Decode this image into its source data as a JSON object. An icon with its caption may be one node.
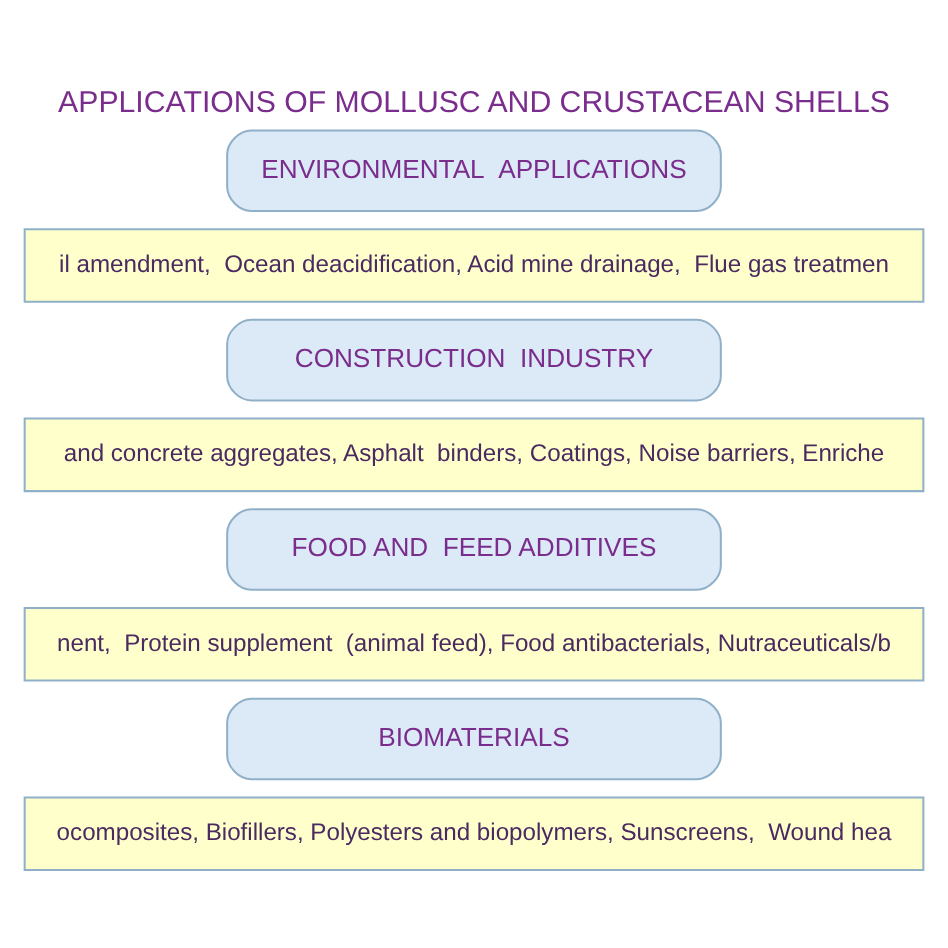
{
  "diagram": {
    "title": "APPLICATIONS OF MOLLUSC AND CRUSTACEAN SHELLS",
    "nodes": [
      {
        "text": [
          "ENVIRONMENTAL  APPLICATIONS"
        ]
      },
      {
        "text": [
          "il amendment,  Ocean deacidification, Acid mine drainage,  Flue gas treatmen"
        ]
      },
      {
        "text": [
          "CONSTRUCTION  INDUSTRY"
        ]
      },
      {
        "text": [
          "and concrete aggregates, Asphalt  binders, Coatings, Noise barriers, Enriche"
        ]
      },
      {
        "text": [
          "FOOD AND  FEED ADDITIVES"
        ]
      },
      {
        "text": [
          "nent,  Protein supplement  (animal feed), Food antibacterials, Nutraceuticals/b"
        ]
      },
      {
        "text": [
          "BIOMATERIALS"
        ]
      },
      {
        "text": [
          "ocomposites, Biofillers, Polyesters and biopolymers, Sunscreens,  Wound hea"
        ]
      }
    ],
    "edges": []
  }
}
